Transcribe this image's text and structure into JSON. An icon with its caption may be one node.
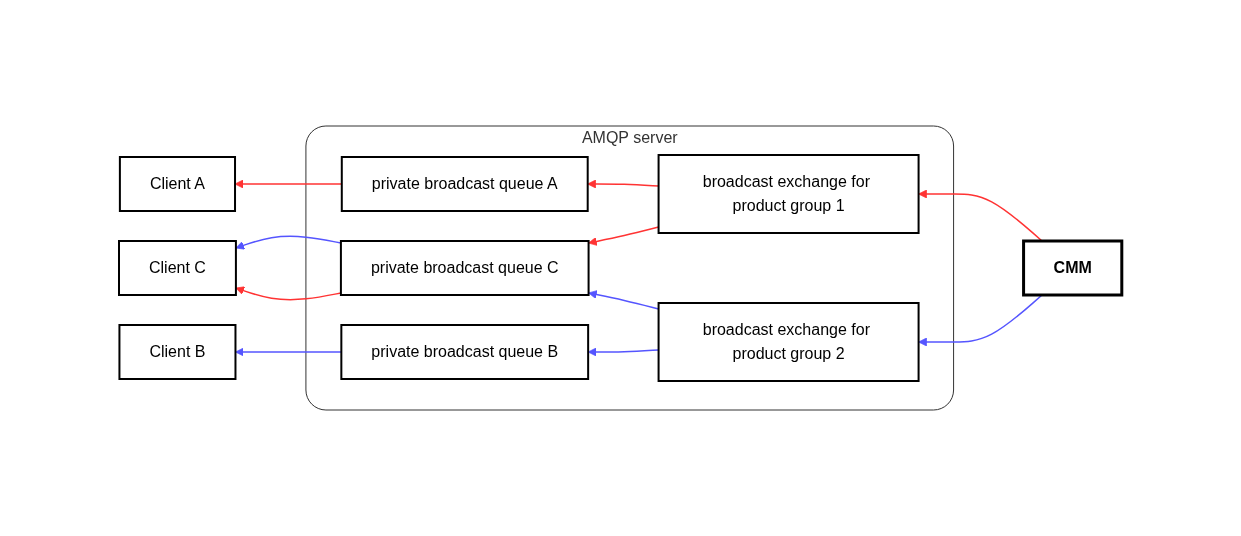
{
  "diagram": {
    "nodes": [
      {
        "text": [
          "AMQP server"
        ]
      },
      {
        "text": [
          "Client A"
        ]
      },
      {
        "text": [
          "private broadcast queue A"
        ],
        "in": 0
      },
      {
        "text": [
          "broadcast exchange for product group 1"
        ],
        "in": 0
      },
      {
        "text": [
          "Client B"
        ]
      },
      {
        "text": [
          "private broadcast queue B"
        ],
        "in": 0
      },
      {
        "text": [
          "CMM"
        ]
      },
      {
        "text": [
          "private broadcast queue C"
        ],
        "in": 0
      },
      {
        "text": [
          "broadcast exchange for product group 2"
        ],
        "in": 0
      },
      {
        "text": [
          "Client C"
        ]
      }
    ],
    "edges": [
      {
        "from": 6,
        "to": 3,
        "arrow": "to",
        "color": "#ff3333"
      },
      {
        "from": 6,
        "to": 8,
        "arrow": "to",
        "color": "#5555ff"
      },
      {
        "from": 3,
        "to": 2,
        "arrow": "to",
        "color": "#ff3333"
      },
      {
        "from": 3,
        "to": 7,
        "arrow": "to",
        "color": "#ff3333"
      },
      {
        "from": 8,
        "to": 5,
        "arrow": "to",
        "color": "#5555ff"
      },
      {
        "from": 8,
        "to": 7,
        "arrow": "to",
        "color": "#5555ff"
      },
      {
        "from": 2,
        "to": 1,
        "arrow": "to",
        "color": "#ff3333"
      },
      {
        "from": 5,
        "to": 4,
        "arrow": "to",
        "color": "#5555ff"
      },
      {
        "from": 7,
        "to": 9,
        "arrow": "to",
        "color": "#5555ff"
      },
      {
        "from": 7,
        "to": 9,
        "arrow": "to",
        "color": "#ff3333"
      }
    ]
  }
}
